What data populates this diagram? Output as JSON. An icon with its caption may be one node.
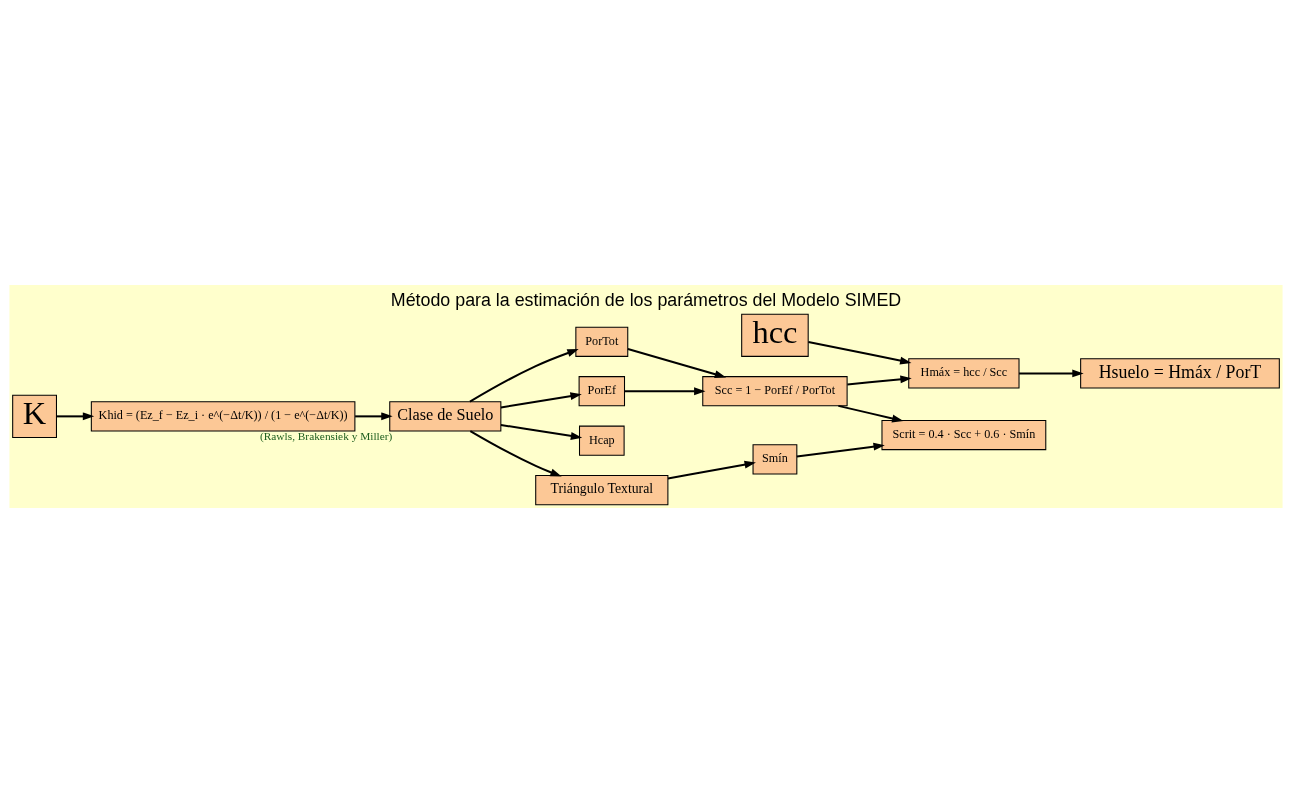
{
  "diagram": {
    "title": "Método para la estimación de los parámetros del Modelo SIMED",
    "nodes": [
      {
        "text": [
          "hcc"
        ]
      },
      {
        "text": [
          "Hmáx = hcc / Scc"
        ]
      },
      {
        "text": [
          "Hsuelo = Hmáx / PorT"
        ]
      },
      {
        "text": [
          "PorTot"
        ]
      },
      {
        "text": [
          "PorEf"
        ]
      },
      {
        "text": [
          "Hcap"
        ]
      },
      {
        "text": [
          "Scc = 1 − PorEf / PorTot"
        ]
      },
      {
        "text": [
          "K"
        ]
      },
      {
        "text": [
          "Khid = (Ez_f − Ez_i · e^(−Δt/K)) / (1 − e^(−Δt/K))"
        ]
      },
      {
        "text": [
          "Clase de Suelo"
        ],
        "beside": [
          "(Rawls, Brakensiek y Miller)"
        ]
      },
      {
        "text": [
          "Triángulo Textural"
        ]
      },
      {
        "text": [
          "Scrit = 0.4 · Scc + 0.6 · Smín"
        ]
      },
      {
        "text": [
          "Smín"
        ]
      }
    ],
    "edges": [
      {
        "from": 0,
        "to": 1,
        "arrow": "to"
      },
      {
        "from": 1,
        "to": 2,
        "arrow": "to"
      },
      {
        "from": 6,
        "to": 1,
        "arrow": "to"
      },
      {
        "from": 7,
        "to": 8,
        "arrow": "to"
      },
      {
        "from": 8,
        "to": 9,
        "arrow": "to"
      },
      {
        "from": 9,
        "to": 3,
        "arrow": "to"
      },
      {
        "from": 9,
        "to": 4,
        "arrow": "to"
      },
      {
        "from": 9,
        "to": 5,
        "arrow": "to"
      },
      {
        "from": 3,
        "to": 6,
        "arrow": "to"
      },
      {
        "from": 4,
        "to": 6,
        "arrow": "to"
      },
      {
        "from": 9,
        "to": 10,
        "arrow": "to"
      },
      {
        "from": 6,
        "to": 11,
        "arrow": "to"
      },
      {
        "from": 10,
        "to": 12,
        "arrow": "to"
      },
      {
        "from": 12,
        "to": 11,
        "arrow": "to"
      }
    ]
  }
}
